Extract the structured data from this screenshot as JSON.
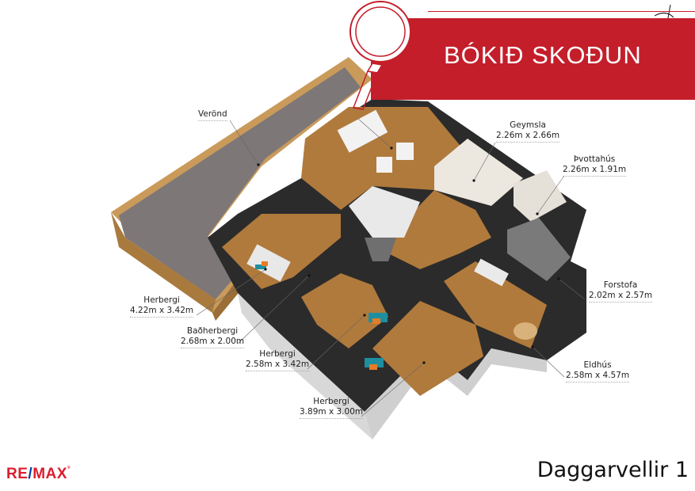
{
  "banner": {
    "text": "BÓKIÐ SKOÐUN",
    "color": "#c41e2b",
    "icon": "magnifier-icon"
  },
  "rooms": [
    {
      "name": "Verönd",
      "size": ""
    },
    {
      "name": "Geymsla",
      "size": "2.26m x 2.66m"
    },
    {
      "name": "Þvottahús",
      "size": "2.26m x 1.91m"
    },
    {
      "name": "Forstofa",
      "size": "2.02m x 2.57m"
    },
    {
      "name": "Eldhús",
      "size": "2.58m x 4.57m"
    },
    {
      "name": "Herbergi",
      "size": "4.22m x 3.42m"
    },
    {
      "name": "Baðherbergi",
      "size": "2.68m x 2.00m"
    },
    {
      "name": "Herbergi",
      "size": "2.58m x 3.42m"
    },
    {
      "name": "Herbergi",
      "size": "3.89m x 3.00m"
    }
  ],
  "footer": {
    "brand_left": "RE",
    "brand_slash": "/",
    "brand_right": "MAX",
    "brand_mark": "®",
    "address": "Daggarvellir 1"
  },
  "colors": {
    "brand_red": "#dc1c2e",
    "brand_blue": "#003da5",
    "floor_wood": "#b07a3c",
    "deck_grey": "#7d7777",
    "wall_dark": "#2b2b2b",
    "wall_white": "#f0f0f0"
  }
}
